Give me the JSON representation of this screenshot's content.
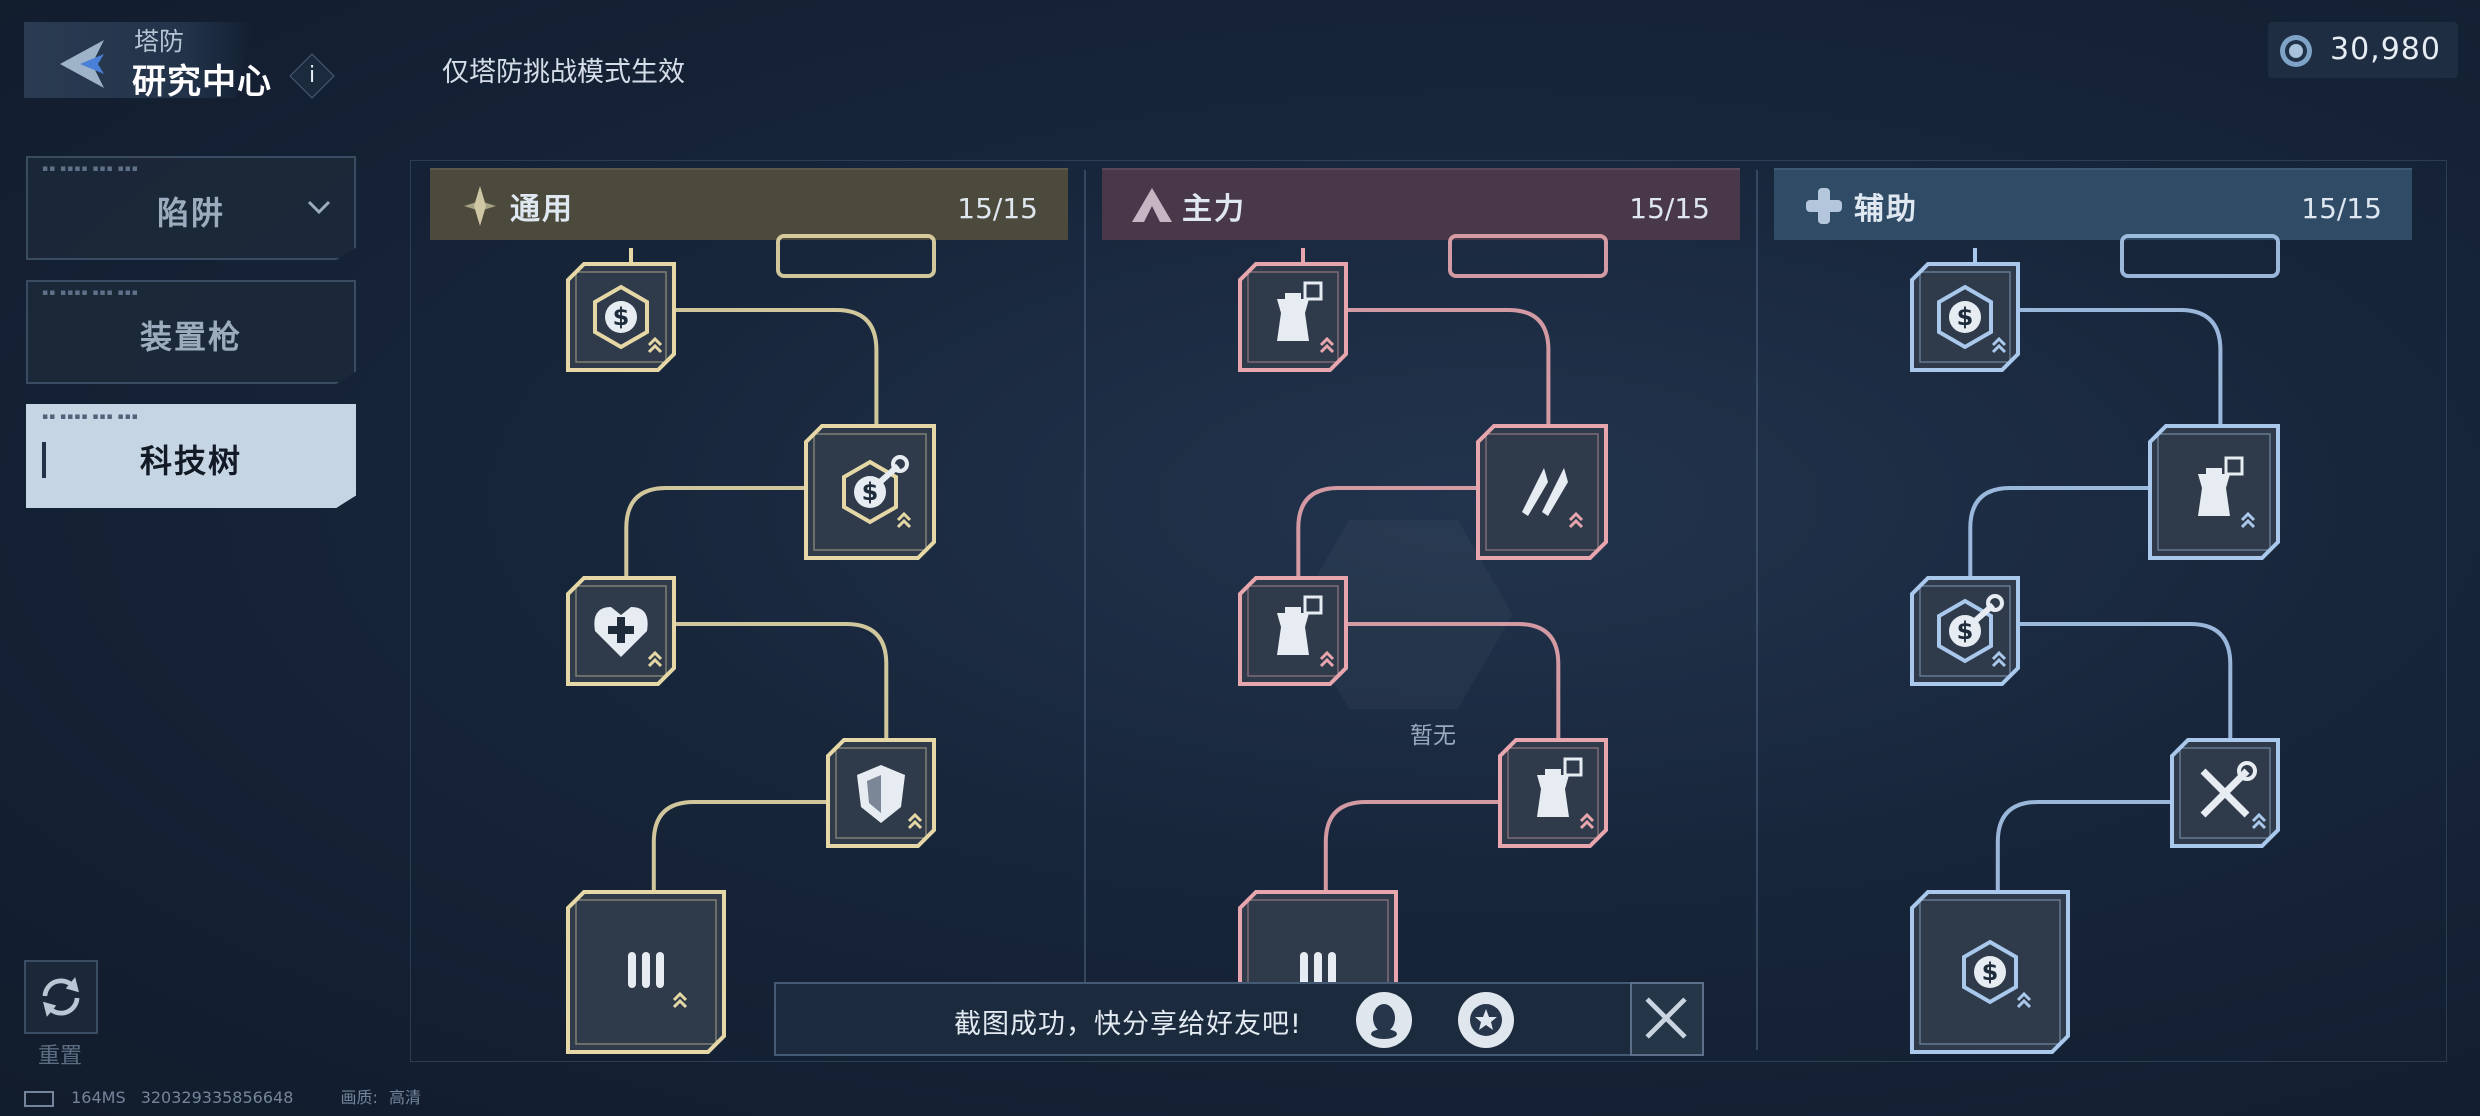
{
  "header": {
    "breadcrumb": "塔防",
    "title": "研究中心",
    "info_label": "i",
    "mode_note": "仅塔防挑战模式生效",
    "currency_value": "30,980"
  },
  "sidebar": {
    "items": [
      {
        "label": "陷阱",
        "active": false,
        "has_dropdown": true
      },
      {
        "label": "装置枪",
        "active": false,
        "has_dropdown": false
      },
      {
        "label": "科技树",
        "active": true,
        "has_dropdown": false
      }
    ],
    "reset_label": "重置"
  },
  "columns": [
    {
      "name": "通用",
      "count": "15/15",
      "color": "#e6d8a6",
      "header_bg": "#4c4a3c"
    },
    {
      "name": "主力",
      "count": "15/15",
      "color": "#e7a6ad",
      "header_bg": "#49384a"
    },
    {
      "name": "辅助",
      "count": "15/15",
      "color": "#a9c8ec",
      "header_bg": "#2f4b66"
    }
  ],
  "node_icons": {
    "general": [
      "dollar-icon",
      "dollar-wrench-icon",
      "heal-plus-icon",
      "shield-icon",
      "bullets-icon"
    ],
    "main": [
      "rook-cube-icon",
      "missiles-icon",
      "rook-cube-icon",
      "rook-cube-icon",
      "bullets-icon"
    ],
    "support": [
      "dollar-icon",
      "rook-cube-icon",
      "dollar-wrench-icon",
      "wrench-screwdriver-icon",
      "dollar-icon"
    ]
  },
  "watermark_label": "暂无",
  "toast": {
    "message": "截图成功，快分享给好友吧!",
    "share_targets": [
      "qq-icon",
      "star-share-icon"
    ],
    "close_icon": "close-x-icon"
  },
  "status_bar": {
    "latency": "164MS",
    "uid": "320329335856648",
    "quality_label": "画质:",
    "quality_value": "高清"
  }
}
